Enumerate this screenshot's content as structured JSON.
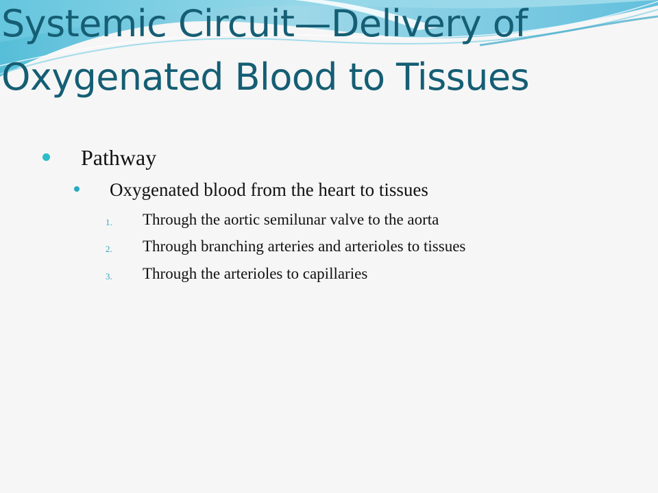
{
  "slide": {
    "title": "Systemic Circuit—Delivery of Oxygenated Blood to Tissues",
    "accent_color": "#2bbdc9",
    "title_color": "#155e74",
    "level1": {
      "text": "Pathway"
    },
    "level2": {
      "text": "Oxygenated blood from the heart to tissues"
    },
    "steps": [
      {
        "num": "1.",
        "text": "Through the aortic semilunar valve to the aorta"
      },
      {
        "num": "2.",
        "text": "Through branching arteries and arterioles to tissues"
      },
      {
        "num": "3.",
        "text": "Through the arterioles to capillaries"
      }
    ]
  }
}
